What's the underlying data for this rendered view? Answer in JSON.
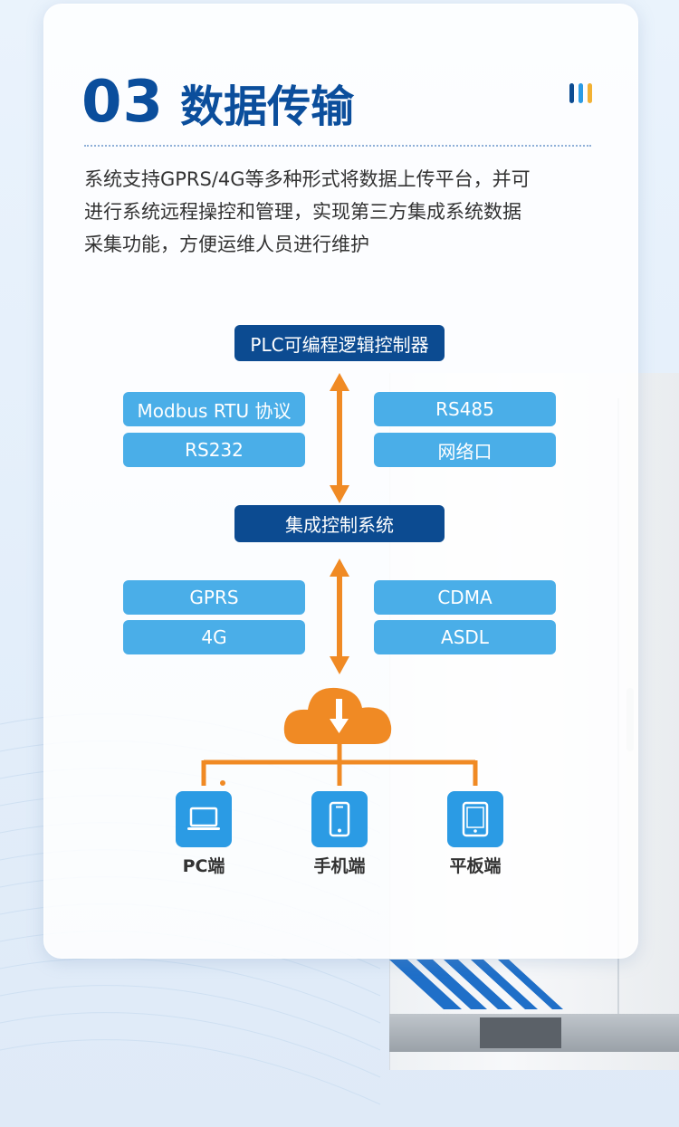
{
  "header": {
    "number": "03",
    "title": "数据传输"
  },
  "description": {
    "lines": [
      "系统支持GPRS/4G等多种形式将数据上传平台，并可",
      "进行系统远程操控和管理，实现第三方集成系统数据",
      "采集功能，方便运维人员进行维护"
    ]
  },
  "diagram": {
    "top_node": "PLC可编程逻辑控制器",
    "protocols_left": [
      "Modbus RTU 协议",
      "RS232"
    ],
    "protocols_right": [
      "RS485",
      "网络口"
    ],
    "middle_node": "集成控制系统",
    "networks_left": [
      "GPRS",
      "4G"
    ],
    "networks_right": [
      "CDMA",
      "ASDL"
    ],
    "terminals": [
      {
        "label": "PC端",
        "icon": "laptop-icon"
      },
      {
        "label": "手机端",
        "icon": "phone-icon"
      },
      {
        "label": "平板端",
        "icon": "tablet-icon"
      }
    ]
  },
  "colors": {
    "title_blue": "#0b4e9c",
    "dark_box": "#0c4b91",
    "light_box": "#4aaee8",
    "orange": "#f08a24",
    "device_blue": "#2b9be4"
  }
}
